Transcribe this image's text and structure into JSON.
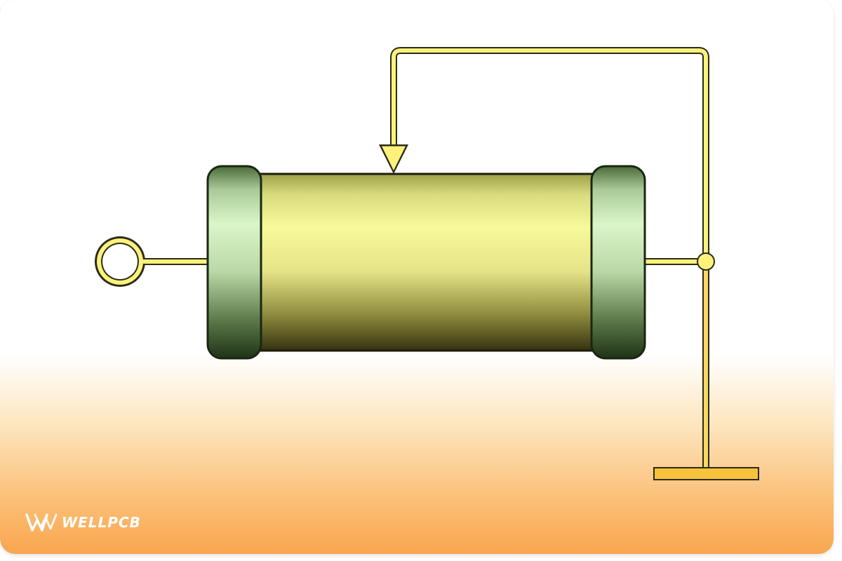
{
  "diagram": {
    "components": [
      "terminal-ring",
      "lead-wire-left",
      "resistor-end-cap-left",
      "resistor-body",
      "resistor-end-cap-right",
      "lead-wire-right",
      "junction-node",
      "wiper-feedback-wire",
      "wiper-arrow",
      "ground-wire",
      "ground-plate"
    ],
    "colors": {
      "wire": "#fff27a",
      "wire_outline": "#2b2b1a",
      "body_light": "#f7f99a",
      "body_dark": "#3e3a10",
      "cap_light": "#daf5c8",
      "cap_dark": "#263a1a",
      "ground_plate": "#f9c23c",
      "background_bottom": "#f9a64e"
    }
  },
  "logo": {
    "text": "WELLPCB",
    "icon": "wellpcb-logo-icon"
  }
}
